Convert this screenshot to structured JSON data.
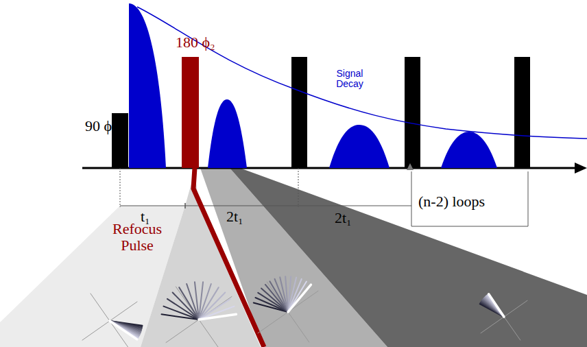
{
  "diagram": {
    "labels": [
      "90 ϕ₁",
      "180 ϕ₂",
      "Signal Decay",
      "t₁",
      "2t₁",
      "2t₁",
      "(n-2) loops",
      "Refocus Pulse"
    ]
  }
}
